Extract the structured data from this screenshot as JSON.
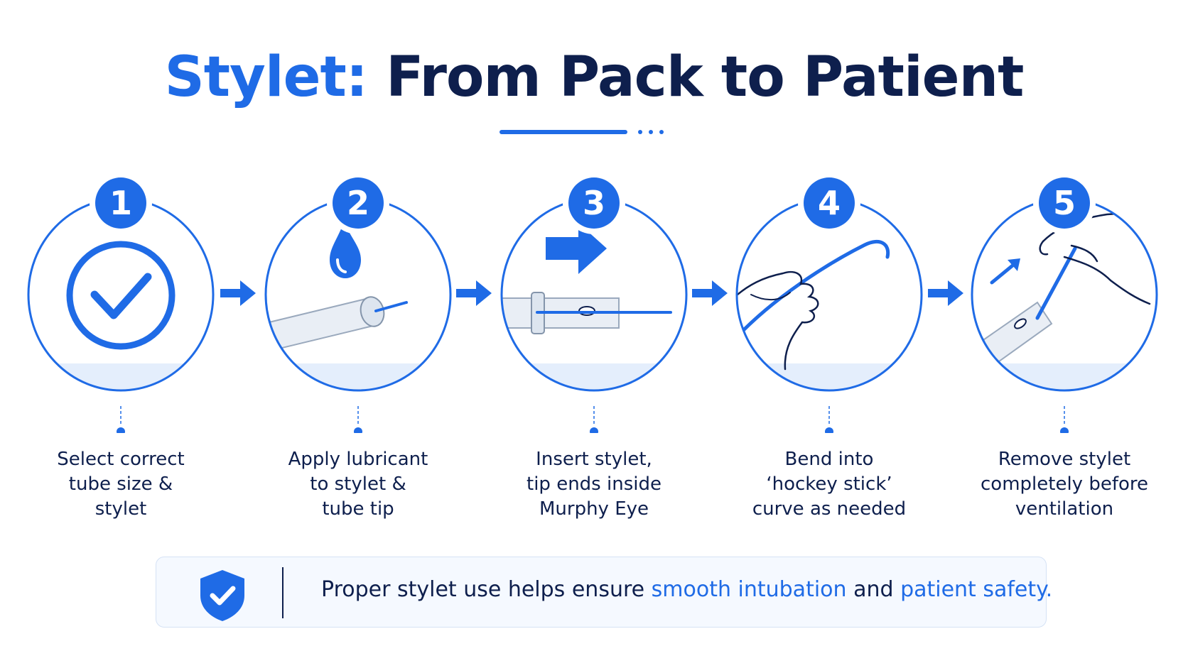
{
  "title": {
    "accent": "Stylet:",
    "main": "From Pack to Patient"
  },
  "colors": {
    "accent": "#1f6be6",
    "navy": "#0e1f4d",
    "banner_bg": "#f5f9ff"
  },
  "steps": [
    {
      "number": "1",
      "icon": "checkmark-circle-icon",
      "lines": [
        "Select correct",
        "tube size &",
        "stylet"
      ]
    },
    {
      "number": "2",
      "icon": "lubricant-drop-icon",
      "lines": [
        "Apply lubricant",
        "to stylet &",
        "tube tip"
      ]
    },
    {
      "number": "3",
      "icon": "insert-arrow-icon",
      "lines": [
        "Insert stylet,",
        "tip ends inside",
        "Murphy Eye"
      ]
    },
    {
      "number": "4",
      "icon": "bend-stylet-icon",
      "lines": [
        "Bend into",
        "‘hockey stick’",
        "curve as needed"
      ]
    },
    {
      "number": "5",
      "icon": "remove-stylet-icon",
      "lines": [
        "Remove stylet",
        "completely before",
        "ventilation"
      ]
    }
  ],
  "banner": {
    "icon": "shield-check-icon",
    "text_start": "Proper stylet use helps ensure ",
    "highlight_1": "smooth intubation",
    "text_middle": " and ",
    "highlight_2": "patient safety."
  }
}
